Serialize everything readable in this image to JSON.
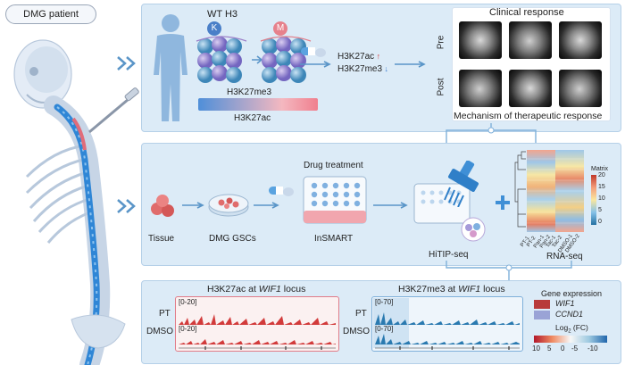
{
  "patient_label": "DMG patient",
  "top_panel": {
    "wt_label": "WT H3",
    "k_badge": "K",
    "m_badge": "M",
    "h3k27me3_label": "H3K27me3",
    "h3k27ac_label": "H3K27ac",
    "result_ac": "H3K27ac",
    "result_me3": "H3K27me3",
    "clinical_title": "Clinical response",
    "pre_label": "Pre",
    "post_label": "Post",
    "mechanism_label": "Mechanism of therapeutic response"
  },
  "middle_panel": {
    "tissue_label": "Tissue",
    "gsc_label": "DMG GSCs",
    "drug_label": "Drug treatment",
    "insmart_label": "InSMART",
    "hitip_label": "HiTIP-seq",
    "rnaseq_label": "RNA-seq",
    "matrix_label": "Matrix",
    "matrix_ticks": [
      "20",
      "15",
      "10",
      "5",
      "0"
    ],
    "sample_labels": [
      "PT-1",
      "PT-2",
      "Pan-1",
      "Pan-2",
      "Tac-1",
      "Tac-2",
      "DMSO-1",
      "DMSO-2"
    ]
  },
  "bottom_panel": {
    "ac_title_pre": "H3K27ac at ",
    "ac_title_gene": "WIF1",
    "ac_title_post": " locus",
    "me3_title_pre": "H3K27me3 at ",
    "me3_title_gene": "WIF1",
    "me3_title_post": " locus",
    "pt_label": "PT",
    "dmso_label": "DMSO",
    "ac_range": "[0-20]",
    "me3_range": "[0-70]",
    "gene_expr_title": "Gene expression",
    "gene1": "WIF1",
    "gene2": "CCND1",
    "log_label": "Log",
    "log_sub": "2",
    "log_suffix": " (FC)",
    "scale_ticks": [
      "10",
      "5",
      "0",
      "-5",
      "-10"
    ]
  },
  "colors": {
    "panel_bg": "#dcebf7",
    "accent_blue": "#3f8fd6",
    "ac_red": "#d23b3b",
    "me3_blue": "#2a7ab0",
    "wif1": "#b83a3a",
    "ccnd1": "#9aa3d6"
  }
}
